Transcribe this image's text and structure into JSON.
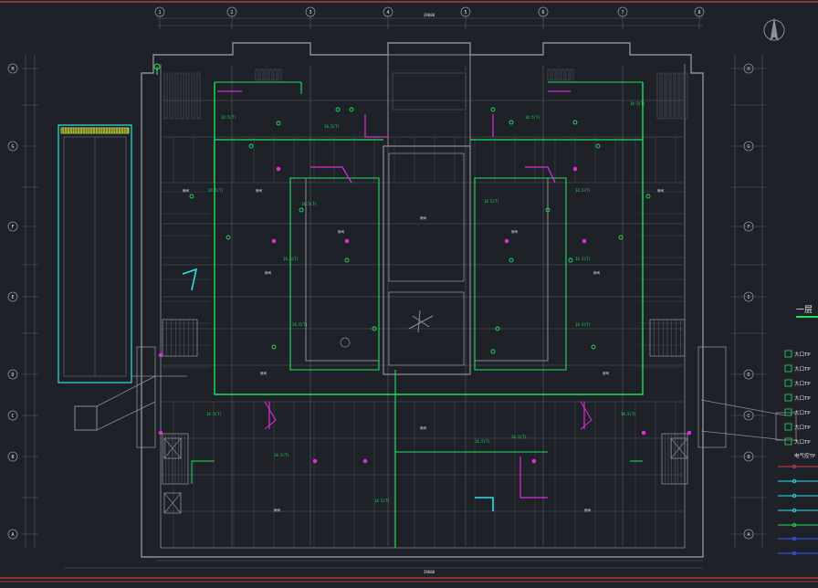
{
  "colors": {
    "background": "#1e2127",
    "wall": "#8b8f96",
    "wall_dim": "#5c6068",
    "pipe_green": "#22e05a",
    "pipe_magenta": "#e02bd8",
    "pipe_cyan": "#2fe0e8",
    "frame_red": "#c8454a",
    "text_white": "#e6e6e6",
    "legend_blue": "#3a5bff"
  },
  "icons": {
    "north_arrow": "north-arrow-icon",
    "grid_bubble": "grid-axis-bubble-icon",
    "node": "pipe-node-icon"
  },
  "grid_axes": {
    "top": [
      "1",
      "2",
      "3",
      "4",
      "5",
      "6",
      "7",
      "8"
    ],
    "left": [
      "H",
      "G",
      "F",
      "E",
      "D",
      "C",
      "B",
      "A"
    ],
    "right": [
      "H",
      "G",
      "F",
      "E",
      "D",
      "C",
      "B",
      "A"
    ]
  },
  "drawing": {
    "title_fragment": "一层",
    "overall_dimension": "39600"
  },
  "legend": {
    "items": [
      {
        "label": "大口TP"
      },
      {
        "label": "大口TP"
      },
      {
        "label": "大口TP"
      },
      {
        "label": "大口TP"
      },
      {
        "label": "大口TP"
      },
      {
        "label": "大口TP"
      },
      {
        "label": "大口TP"
      },
      {
        "label": "电气控TP"
      }
    ]
  },
  "labels": {
    "pipe_size": "14.5(T)",
    "room": "房间"
  }
}
